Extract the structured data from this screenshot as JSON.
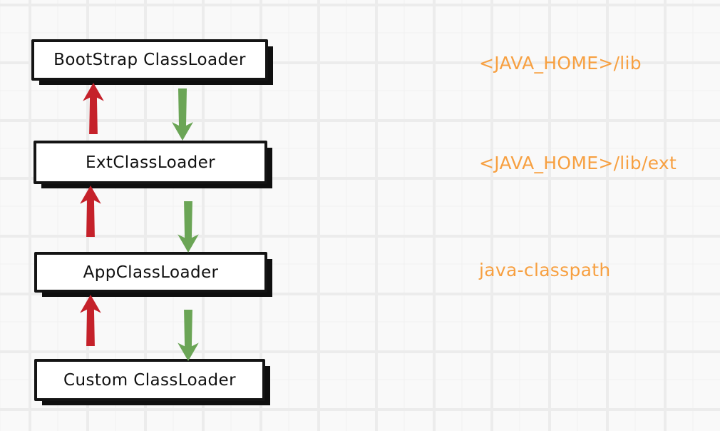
{
  "diagram": {
    "nodes": [
      {
        "label": "BootStrap ClassLoader"
      },
      {
        "label": "ExtClassLoader"
      },
      {
        "label": "AppClassLoader"
      },
      {
        "label": "Custom ClassLoader"
      }
    ],
    "annotations": [
      "<JAVA_HOME>/lib",
      "<JAVA_HOME>/lib/ext",
      "java-classpath"
    ],
    "colors": {
      "background": "#f9f9f9",
      "grid_major_line": "#ececec",
      "grid_minor_line": "#f1f1f1",
      "box_fill": "#ffffff",
      "box_border": "#141414",
      "box_text": "#111111",
      "arrow_up": "#c5212a",
      "arrow_down": "#6ba556",
      "annotation_text": "#f7a041"
    }
  }
}
